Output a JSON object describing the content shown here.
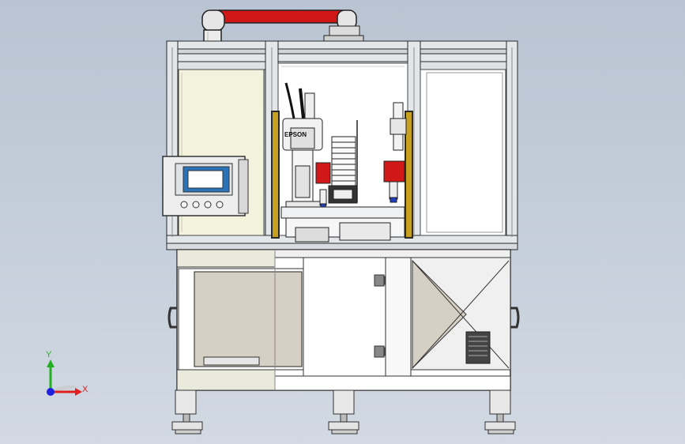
{
  "viewport": {
    "background_top": "#b9c4d2",
    "background_bottom": "#d2d9e3"
  },
  "machine": {
    "frame_color": "#e4e7ea",
    "left_panel_color": "#f3f2dc",
    "cabinet_panel_color": "#d6d0c4",
    "duct_color": "#d01818",
    "robot_brand": "EPSON",
    "control_box": {
      "screen_color": "#2b73b8",
      "button_count": 4
    }
  },
  "triad": {
    "x_label": "X",
    "y_label": "Y",
    "x_color": "#e02020",
    "y_color": "#22b022",
    "z_color": "#2020e0"
  }
}
